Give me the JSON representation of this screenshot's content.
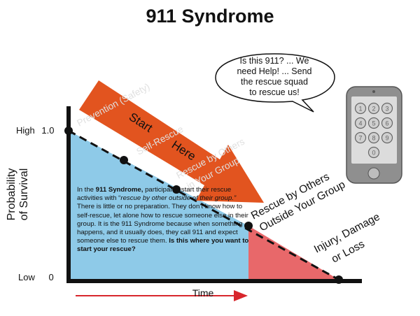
{
  "title": "911 Syndrome",
  "axis": {
    "y_label_line1": "Probability",
    "y_label_line2": "of Survival",
    "y_high_label": "High",
    "y_high_value": "1.0",
    "y_low_label": "Low",
    "y_low_value": "0",
    "x_label": "Time"
  },
  "curve_labels": {
    "prevention": "Prevention (Safety)",
    "self_rescue": "Self-Rescue",
    "rescue_by_others_line1": "Rescue by Others",
    "rescue_by_others_line2": "in Your Group",
    "outside_line1": "Rescue by Others",
    "outside_line2": "Outside Your  Group",
    "injury_line1": "Injury, Damage",
    "injury_line2": "or Loss"
  },
  "arrow": {
    "start": "Start",
    "here": "Here"
  },
  "speech_bubble": {
    "line1": "Is this 911? ... We",
    "line2": "need Help! ... Send",
    "line3": "the rescue squad",
    "line4": "to rescue  us!"
  },
  "phone_keys": [
    "1",
    "2",
    "3",
    "4",
    "5",
    "6",
    "7",
    "8",
    "9",
    "0"
  ],
  "explanation": {
    "p1": "In the ",
    "p1_bold": "911 Syndrome,",
    "p2": " participants start their rescue activities with “",
    "p2_italic": "rescue by other outside of their group.”",
    "p3": " There is little or no preparation. They don’t know how to self-rescue, let alone how to rescue someone else in their group. It is the 911 Syndrome because when something happens, and it usually does, they call 911 and expect someone else to rescue them. ",
    "p4_bold": "Is this where you want to start your rescue?"
  },
  "colors": {
    "blue_region": "#8ecae8",
    "red_region": "#e8686a",
    "arrow": "#e2541f",
    "time_arrow": "#d8262c",
    "phone_body": "#909090",
    "phone_screen": "#dcdcdc"
  }
}
